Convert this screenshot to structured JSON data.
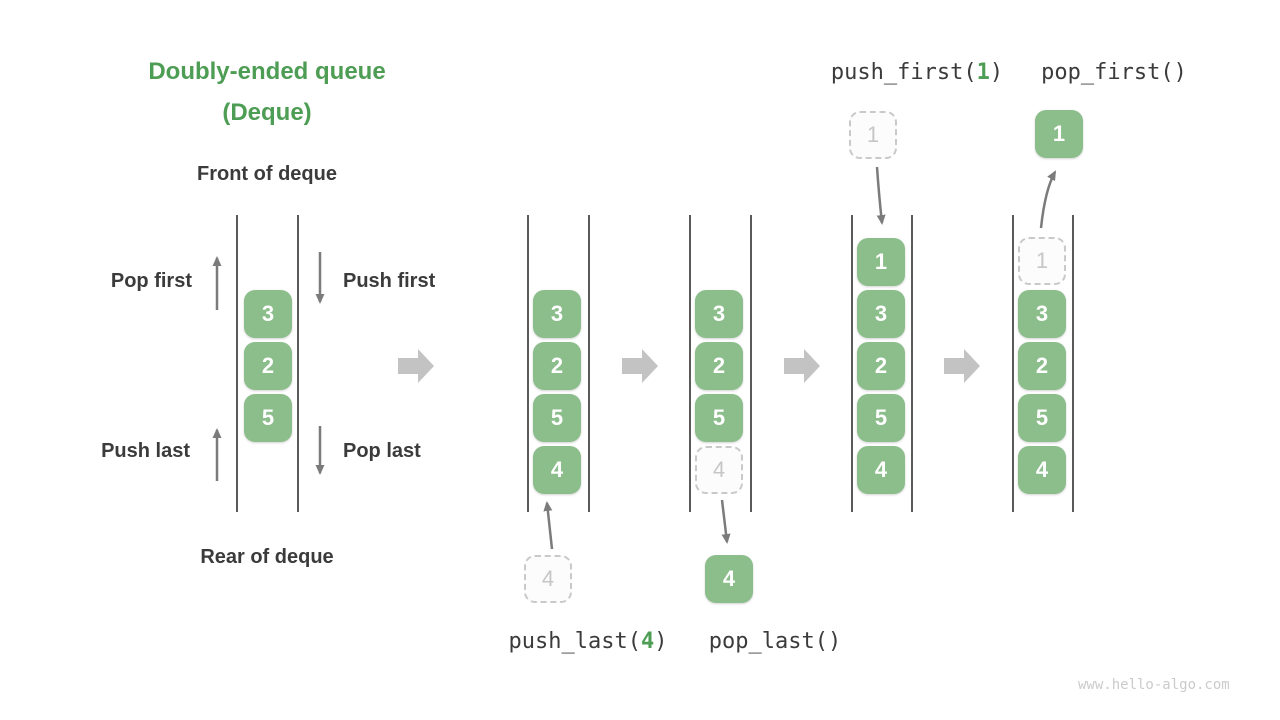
{
  "title": {
    "line1": "Doubly-ended queue",
    "line2": "(Deque)"
  },
  "deque_overview": {
    "front_label": "Front of deque",
    "rear_label": "Rear of deque",
    "pop_first_label": "Pop first",
    "push_first_label": "Push first",
    "push_last_label": "Push last",
    "pop_last_label": "Pop last",
    "cells": [
      "3",
      "2",
      "5"
    ]
  },
  "operations": {
    "push_last": {
      "prefix": "push_last(",
      "arg": "4",
      "suffix": ")"
    },
    "pop_last": "pop_last()",
    "push_first": {
      "prefix": "push_first(",
      "arg": "1",
      "suffix": ")"
    },
    "pop_first": "pop_first()"
  },
  "queues": {
    "q2": {
      "cells": [
        "3",
        "2",
        "5",
        "4"
      ],
      "incoming": "4"
    },
    "q3": {
      "cells": [
        "3",
        "2",
        "5"
      ],
      "removed_cell": "4",
      "outgoing": "4"
    },
    "q4": {
      "cells": [
        "1",
        "3",
        "2",
        "5",
        "4"
      ],
      "incoming": "1"
    },
    "q5": {
      "removed_cell": "1",
      "cells": [
        "3",
        "2",
        "5",
        "4"
      ],
      "outgoing": "1"
    }
  },
  "watermark": "www.hello-algo.com",
  "colors": {
    "green-cell": "#8CBE8C",
    "green-text": "#4E9D55",
    "dark-text": "#3B3B3B",
    "arrow-dark": "#7B7B7B",
    "arrow-light": "#C3C3C3",
    "dashed-border": "#C9C9C9",
    "dashed-text": "#C6C6C6",
    "wall-line": "#5A5A5A",
    "watermark-text": "#CBCBCB"
  }
}
